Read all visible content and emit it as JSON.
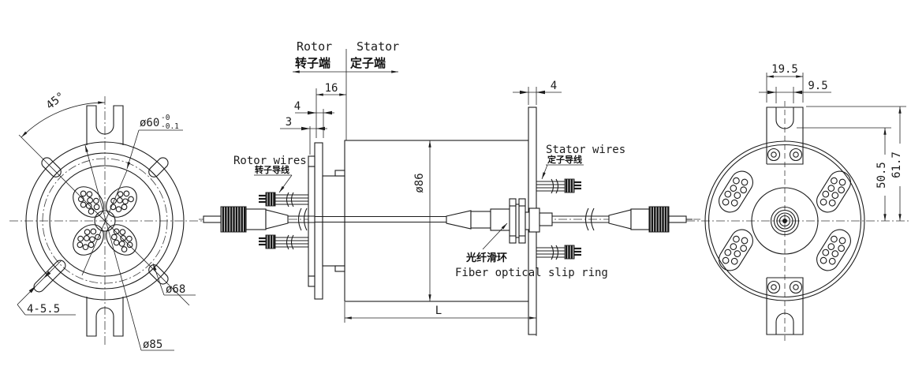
{
  "colors": {
    "line": "#1c1c1c",
    "centerline": "#3a3a3a",
    "background": "#ffffff"
  },
  "header": {
    "rotor_en": "Rotor",
    "rotor_cn": "转子端",
    "stator_en": "Stator",
    "stator_cn": "定子端"
  },
  "left_view": {
    "angle_dim": "45°",
    "dia60": "ø60",
    "dia60_tol_upper": "-0",
    "dia60_tol_lower": "-0.1",
    "dia68": "ø68",
    "dia85": "ø85",
    "slot_dim": "4-5.5"
  },
  "section_view": {
    "dim_16": "16",
    "dim_4_rotor": "4",
    "dim_3": "3",
    "dim_4_stator": "4",
    "dia_86": "ø86",
    "length": "L",
    "rotor_wires_en": "Rotor wires",
    "rotor_wires_cn": "转子导线",
    "stator_wires_en": "Stator wires",
    "stator_wires_cn": "定子导线",
    "slip_ring_cn": "光纤滑环",
    "slip_ring_en": "Fiber optical slip ring"
  },
  "right_view": {
    "dim_19_5": "19.5",
    "dim_9_5": "9.5",
    "dim_50_5": "50.5",
    "dim_61_7": "61.7"
  }
}
